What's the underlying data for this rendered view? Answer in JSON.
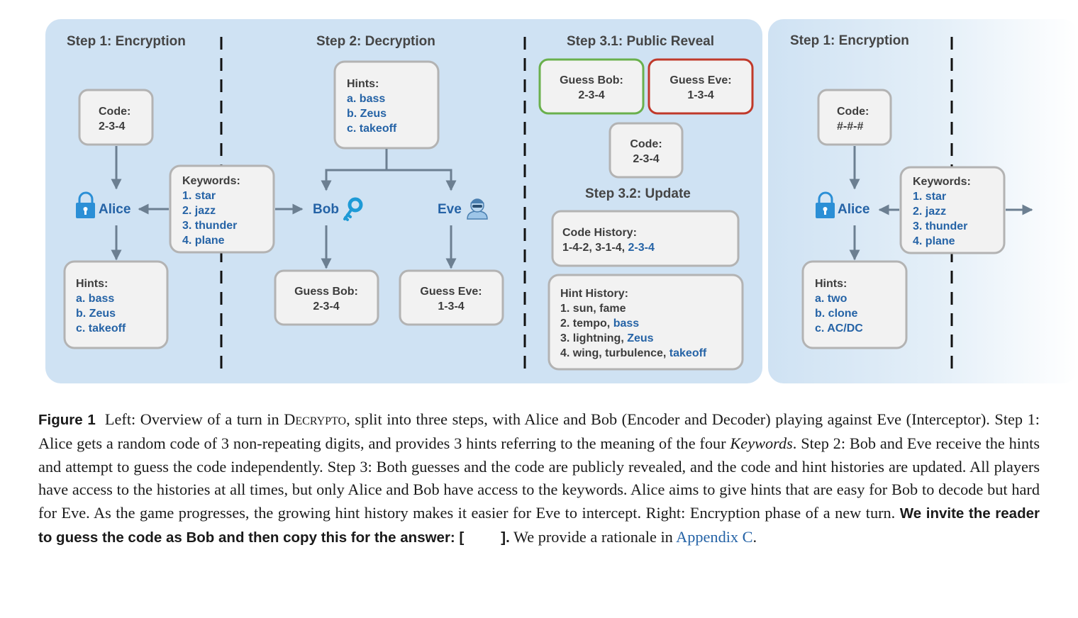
{
  "figure": {
    "left": {
      "step1_title": "Step 1: Encryption",
      "step2_title": "Step 2: Decryption",
      "step31_title": "Step 3.1: Public Reveal",
      "step32_title": "Step 3.2: Update",
      "code_label": "Code:",
      "code_value": "2-3-4",
      "alice": "Alice",
      "bob": "Bob",
      "eve": "Eve",
      "keywords_label": "Keywords:",
      "keywords": [
        "1. star",
        "2. jazz",
        "3. thunder",
        "4. plane"
      ],
      "hints_label": "Hints:",
      "hints": [
        "a. bass",
        "b. Zeus",
        "c. takeoff"
      ],
      "guess_bob_label": "Guess Bob:",
      "guess_bob_value": "2-3-4",
      "guess_eve_label": "Guess Eve:",
      "guess_eve_value": "1-3-4",
      "code_history_label": "Code History:",
      "code_history_prefix": "1-4-2, 3-1-4, ",
      "code_history_latest": "2-3-4",
      "hint_history_label": "Hint History:",
      "hint_history": [
        {
          "prefix": "1.  sun, fame",
          "latest": ""
        },
        {
          "prefix": "2. tempo, ",
          "latest": "bass"
        },
        {
          "prefix": "3. lightning, ",
          "latest": "Zeus"
        },
        {
          "prefix": "4. wing, turbulence, ",
          "latest": "takeoff"
        }
      ]
    },
    "right": {
      "step1_title": "Step 1: Encryption",
      "code_label": "Code:",
      "code_value": "#-#-#",
      "alice": "Alice",
      "keywords_label": "Keywords:",
      "keywords": [
        "1. star",
        "2. jazz",
        "3. thunder",
        "4. plane"
      ],
      "hints_label": "Hints:",
      "hints": [
        "a. two",
        "b. clone",
        "c. AC/DC"
      ]
    },
    "colors": {
      "panel_bg": "#cfe2f3",
      "blue_text": "#2563a6",
      "bob_guess_border": "#6ab04c",
      "eve_guess_border": "#c0392b",
      "arrow": "#6c7f91",
      "lock_icon": "#2b8fd6",
      "key_icon": "#1e9ad6"
    }
  },
  "caption": {
    "label": "Figure 1",
    "part1": "Left: Overview of a turn in ",
    "game_name": "Decrypto",
    "part2": ", split into three steps, with Alice and Bob (Encoder and Decoder) playing against Eve (Interceptor). Step 1: Alice gets a random code of 3 non-repeating digits, and provides 3 hints referring to the meaning of the four ",
    "keywords_word": "Keywords",
    "part3": ". Step 2: Bob and Eve receive the hints and attempt to guess the code independently. Step 3: Both guesses and the code are publicly revealed, and the code and hint histories are updated. All players have access to the histories at all times, but only Alice and Bob have access to the keywords. Alice aims to give hints that are easy for Bob to decode but hard for Eve. As the game progresses, the growing hint history makes it easier for Eve to intercept. Right: Encryption phase of a new turn. ",
    "invite": "We invite the reader to guess the code as Bob and then copy this for the answer: [",
    "invite_end": "].",
    "part4": " We provide a rationale in ",
    "link": "Appendix C",
    "part5": "."
  }
}
